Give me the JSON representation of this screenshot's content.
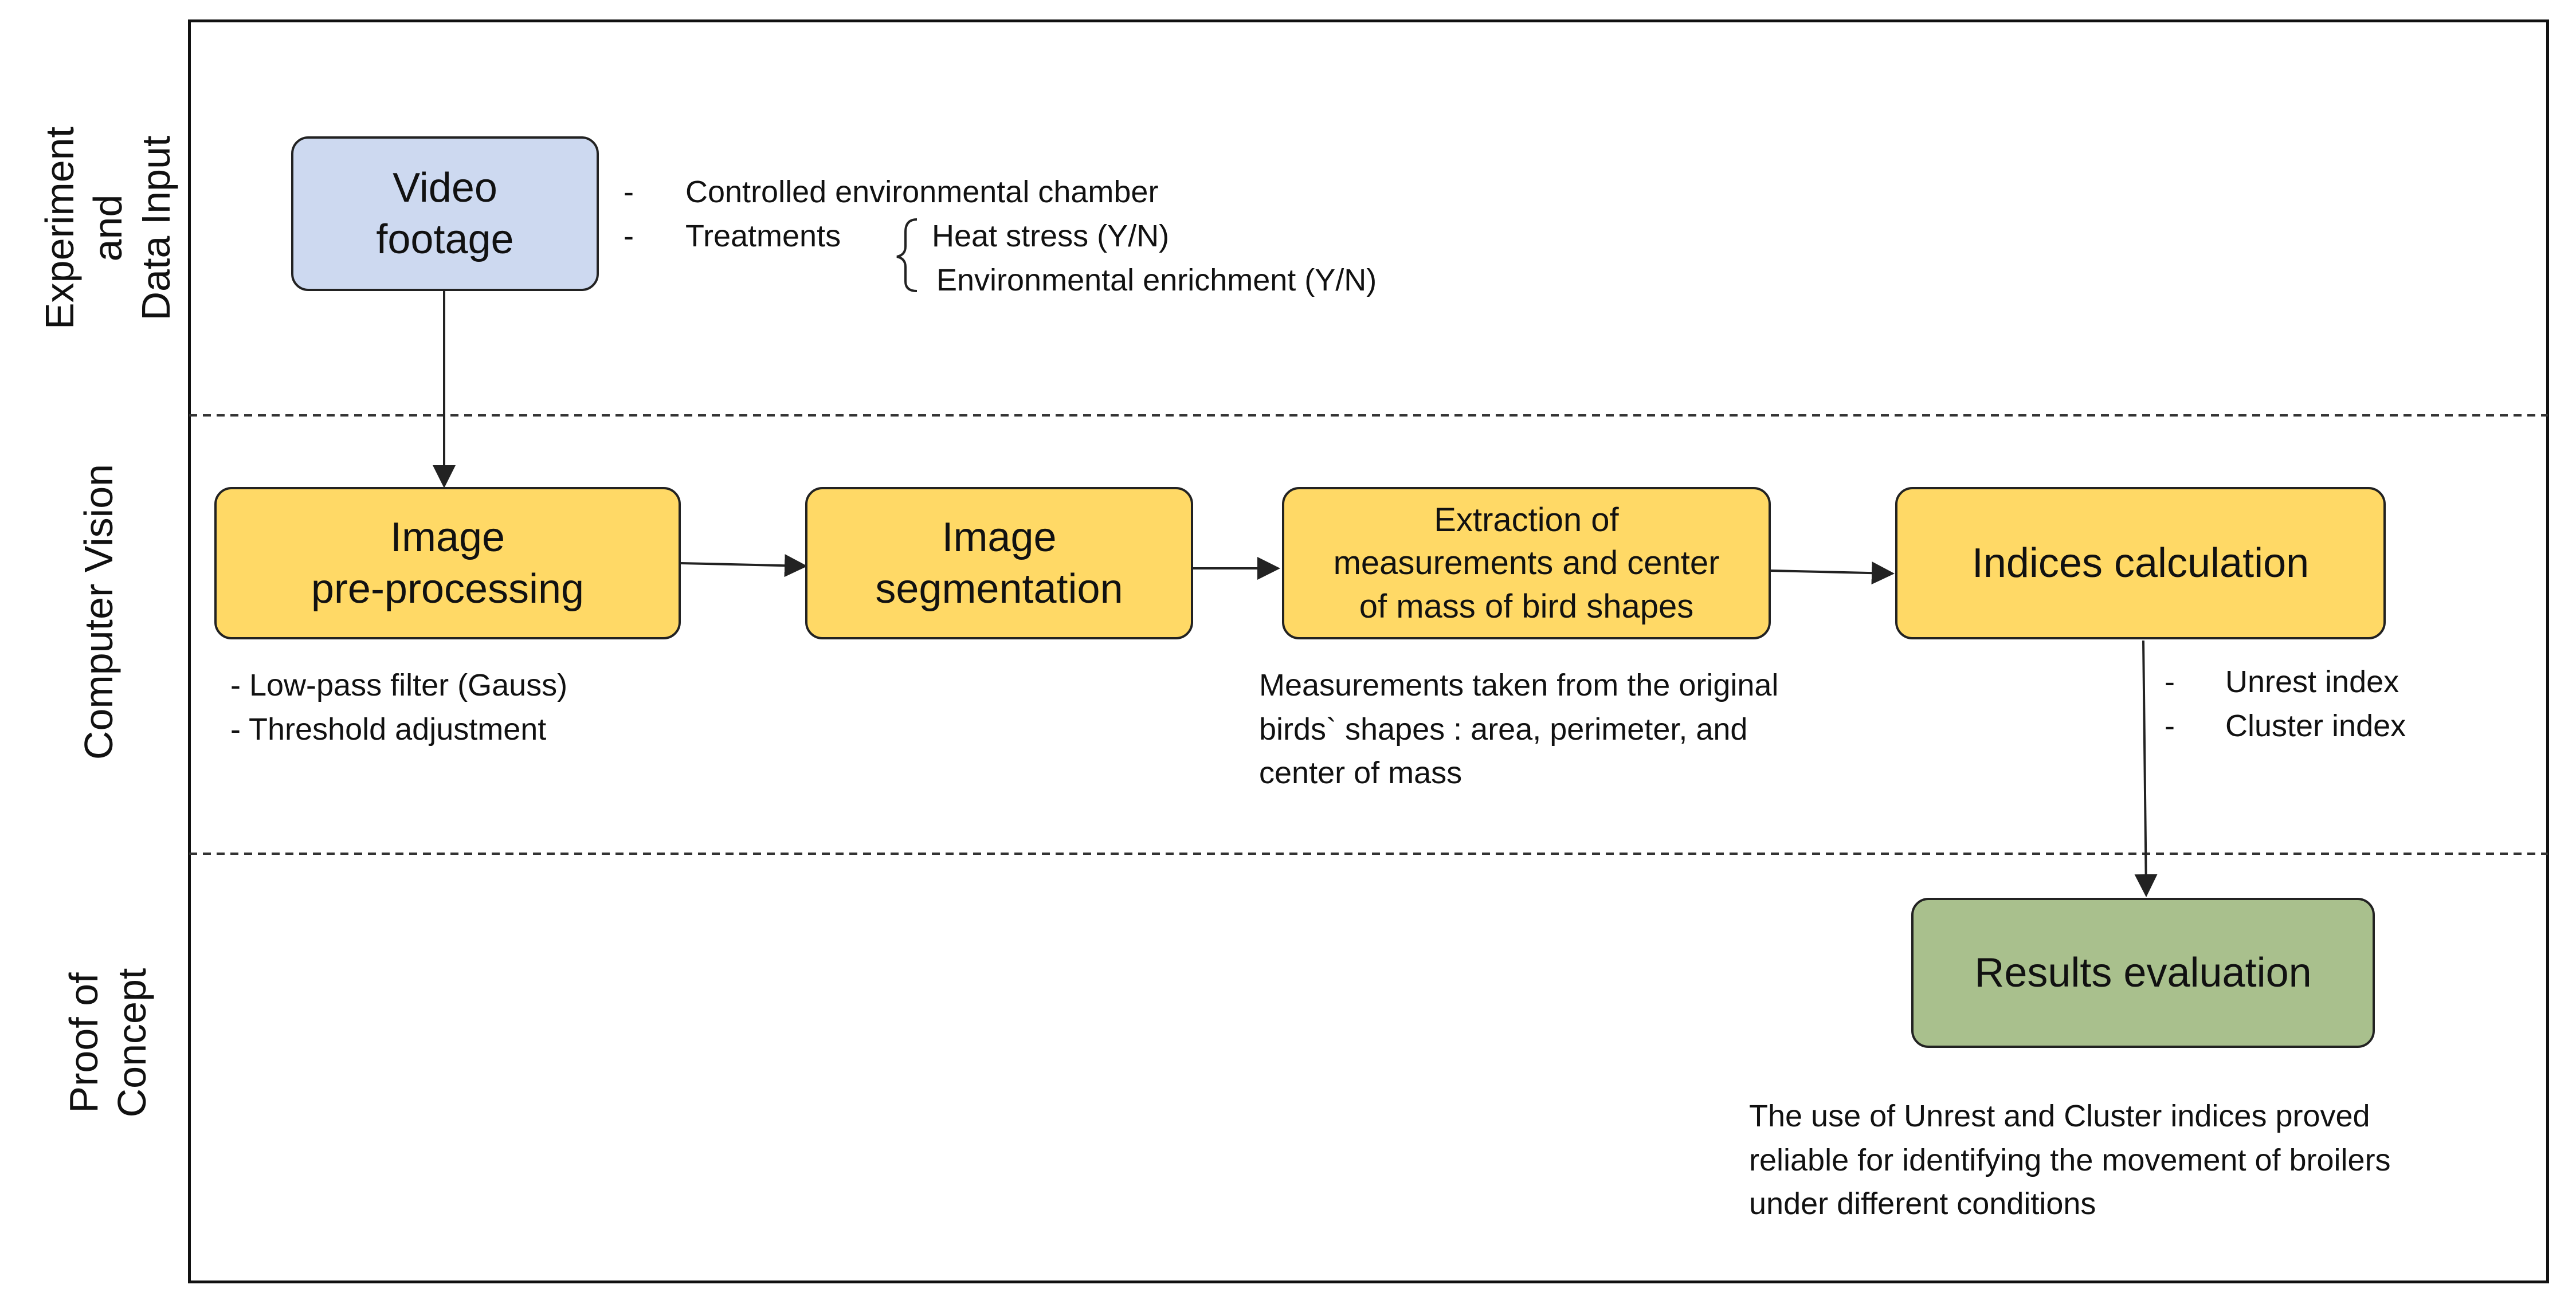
{
  "lanes": {
    "experiment": "Experiment and\nData Input",
    "computer_vision": "Computer Vision",
    "proof": "Proof of\nConcept"
  },
  "nodes": {
    "video": "Video\nfootage",
    "preprocessing": "Image\npre-processing",
    "segmentation": "Image\nsegmentation",
    "extraction": "Extraction of\nmeasurements and center\nof mass of bird shapes",
    "indices": "Indices calculation",
    "results": "Results evaluation"
  },
  "notes": {
    "experiment": {
      "dash1": "-",
      "item1": "Controlled environmental chamber",
      "dash2": "-",
      "item2": "Treatments",
      "brace": "{",
      "sub1": "Heat stress (Y/N)",
      "sub2": "Environmental enrichment (Y/N)"
    },
    "preprocessing": "- Low-pass filter (Gauss)\n- Threshold adjustment",
    "extraction": "Measurements taken from the original\nbirds` shapes : area, perimeter, and\ncenter of mass",
    "indices": {
      "dash1": "-",
      "item1": "Unrest index",
      "dash2": "-",
      "item2": "Cluster index"
    },
    "results": "The use of Unrest and Cluster indices proved\nreliable for identifying the movement of broilers\nunder different conditions"
  },
  "colors": {
    "video_box": "#cdd9f0",
    "process_box": "#ffd966",
    "results_box": "#a9c08d",
    "line": "#222222"
  }
}
